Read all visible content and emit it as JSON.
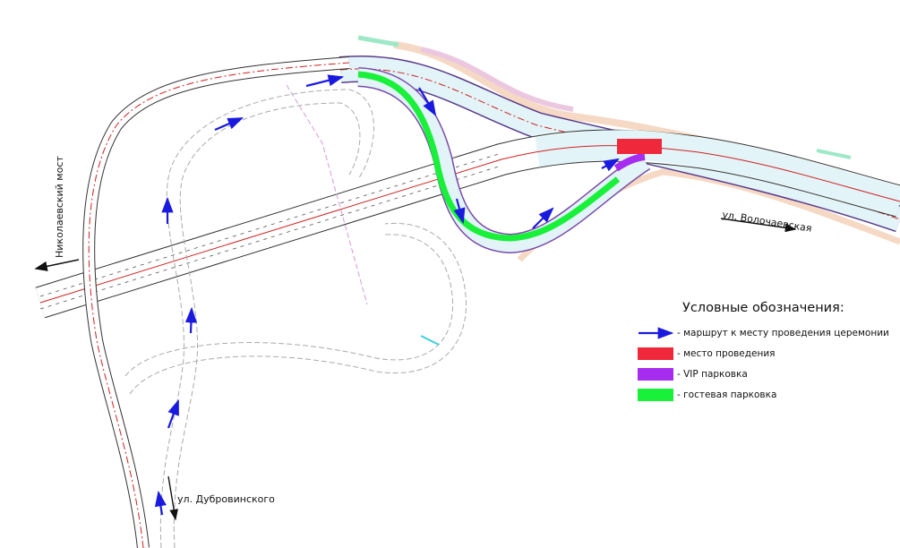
{
  "labels": {
    "bridge": "Николаевский мост",
    "street_east": "ул. Волочаевская",
    "street_south": "ул. Дубровинского"
  },
  "legend": {
    "title": "Условные обозначения:",
    "items": [
      {
        "type": "arrow",
        "color": "#1a1adf",
        "label": "- маршрут к месту проведения церемонии"
      },
      {
        "type": "box",
        "color": "#f0283c",
        "label": "- место проведения"
      },
      {
        "type": "box",
        "color": "#a62cf0",
        "label": "- VIP парковка"
      },
      {
        "type": "box",
        "color": "#19f03a",
        "label": "- гостевая парковка"
      }
    ]
  },
  "colors": {
    "route": "#1a1adf",
    "venue": "#f0283c",
    "vip": "#a62cf0",
    "guest": "#19f03a",
    "road_fill": "#e2f4f8",
    "sidewalk": "#f5d9c4"
  }
}
